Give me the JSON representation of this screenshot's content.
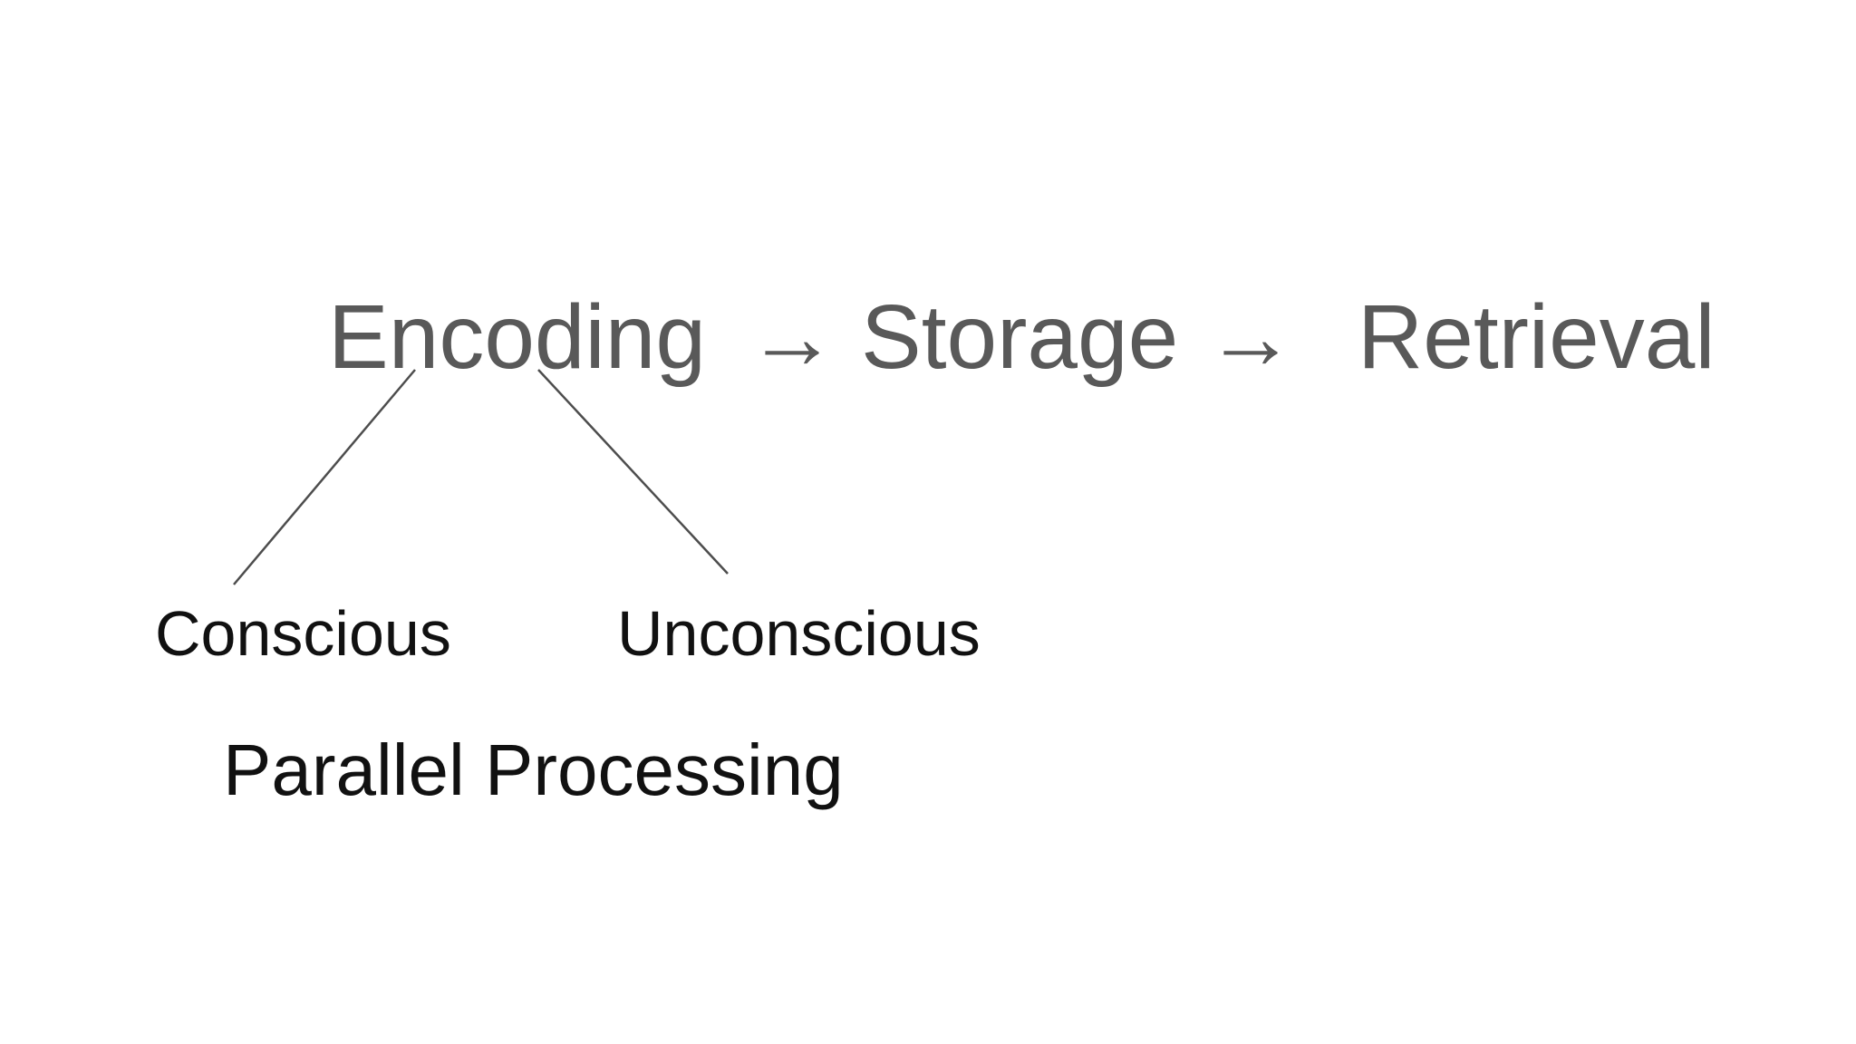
{
  "page": {
    "background_color": "#ffffff"
  },
  "flow_row": {
    "step1": "Encoding",
    "arrow1": "→",
    "step2": "Storage",
    "arrow2": "→",
    "step3": "Retrieval",
    "text_color": "#595959"
  },
  "branches": {
    "left_label": "Conscious",
    "right_label": "Unconscious",
    "line_color": "#4d4d4d",
    "text_color": "#111111"
  },
  "caption": {
    "text": "Parallel Processing",
    "text_color": "#111111"
  }
}
